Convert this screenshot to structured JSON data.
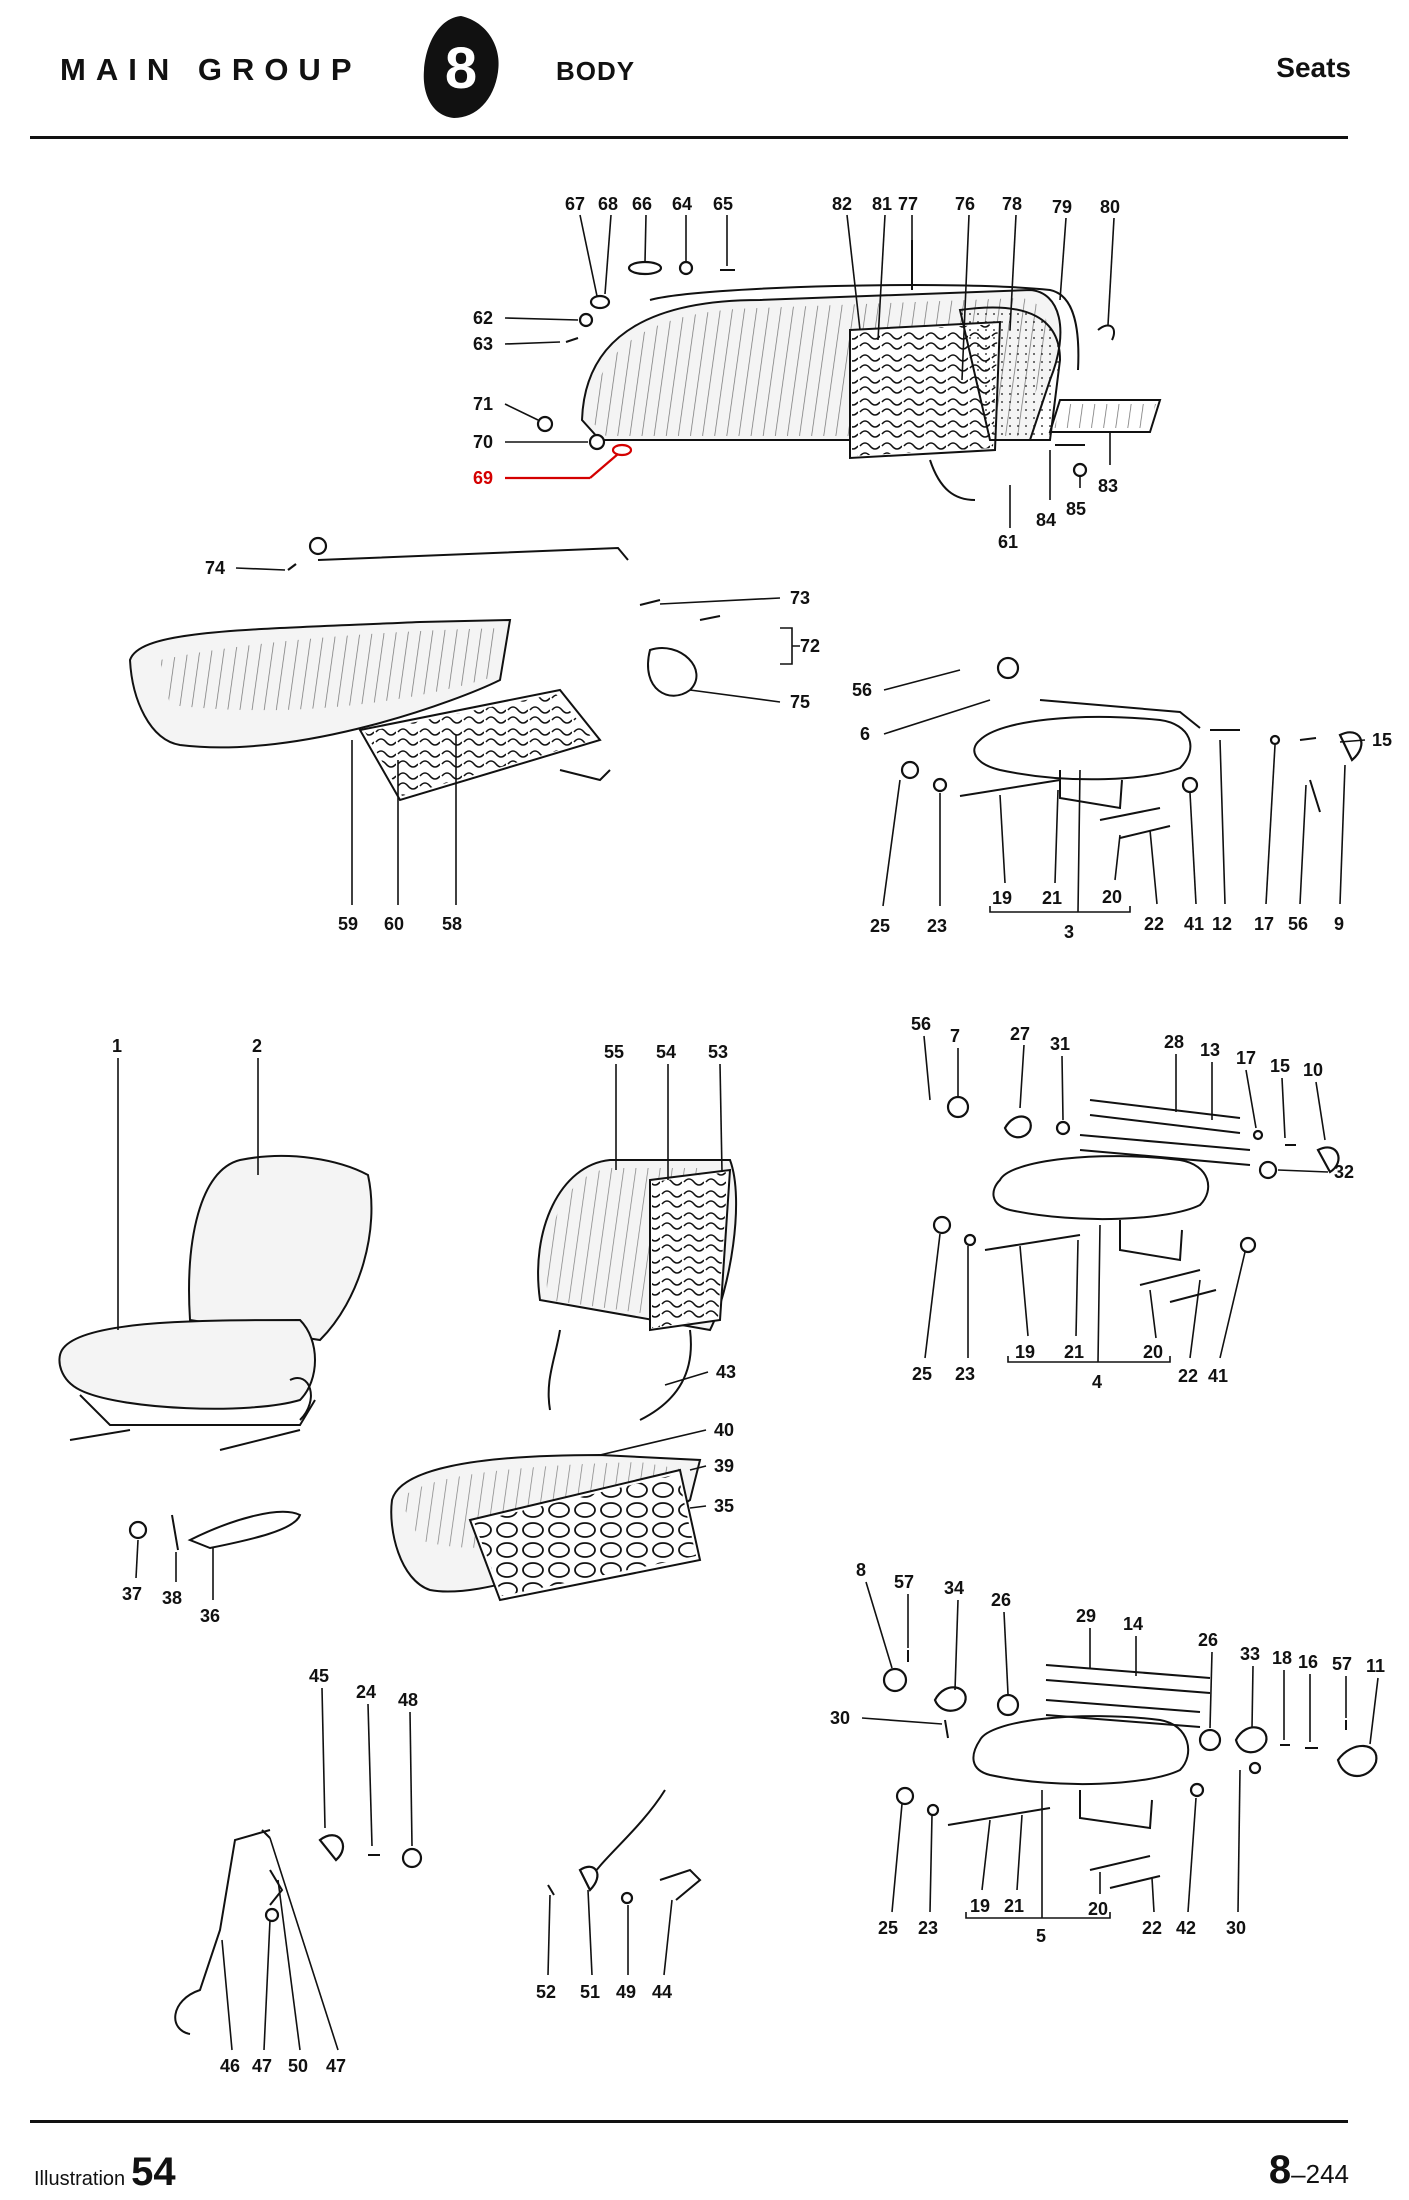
{
  "header": {
    "main_group": "MAIN GROUP",
    "group_number": "8",
    "group_title": "BODY",
    "section": "Seats"
  },
  "footer": {
    "illustration_label": "Illustration",
    "illustration_number": "54",
    "page_main": "8",
    "page_sub": "–244"
  },
  "callouts": [
    "67",
    "68",
    "66",
    "64",
    "65",
    "82",
    "81",
    "77",
    "76",
    "78",
    "79",
    "80",
    "62",
    "63",
    "71",
    "70",
    "69",
    "61",
    "84",
    "85",
    "83",
    "74",
    "73",
    "72",
    "75",
    "59",
    "60",
    "58",
    "56",
    "6",
    "15",
    "25",
    "23",
    "19",
    "21",
    "3",
    "20",
    "22",
    "41",
    "12",
    "17",
    "56",
    "9",
    "56",
    "7",
    "27",
    "31",
    "28",
    "13",
    "17",
    "15",
    "10",
    "32",
    "25",
    "23",
    "19",
    "21",
    "4",
    "20",
    "22",
    "41",
    "1",
    "2",
    "55",
    "54",
    "53",
    "43",
    "40",
    "39",
    "35",
    "37",
    "38",
    "36",
    "8",
    "57",
    "34",
    "26",
    "29",
    "14",
    "26",
    "33",
    "18",
    "16",
    "57",
    "11",
    "30",
    "25",
    "23",
    "19",
    "21",
    "5",
    "20",
    "22",
    "42",
    "30",
    "45",
    "24",
    "48",
    "46",
    "47",
    "50",
    "47",
    "52",
    "51",
    "49",
    "44"
  ],
  "highlight_color": "#d40000"
}
